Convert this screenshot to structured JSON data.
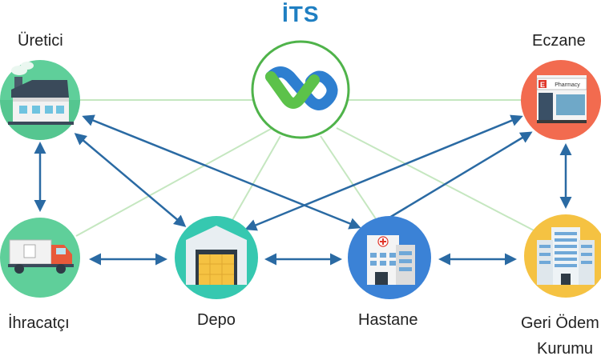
{
  "title": "İTS",
  "nodes": {
    "uretici": {
      "label": "Üretici",
      "icon": "factory-icon"
    },
    "eczane": {
      "label": "Eczane",
      "icon": "pharmacy-icon",
      "sign": "Pharmacy",
      "sign_letter": "E"
    },
    "ihracatci": {
      "label": "İhracatçı",
      "icon": "truck-icon"
    },
    "depo": {
      "label": "Depo",
      "icon": "warehouse-icon"
    },
    "hastane": {
      "label": "Hastane",
      "icon": "hospital-icon"
    },
    "geri_odeme": {
      "label_line1": "Geri Ödem",
      "label_line2": "Kurumu",
      "icon": "office-building-icon"
    }
  },
  "colors": {
    "title": "#1f7fc2",
    "arrow": "#2a6aa3",
    "connector": "#c5e7c0",
    "hub_border": "#4fb34a",
    "factory_bg": "#5fcf9a",
    "pharmacy_bg": "#f26b4f",
    "truck_bg": "#5fcf9a",
    "warehouse_bg": "#36c8b0",
    "hospital_bg": "#3b82d6",
    "building_bg": "#f5c242"
  }
}
